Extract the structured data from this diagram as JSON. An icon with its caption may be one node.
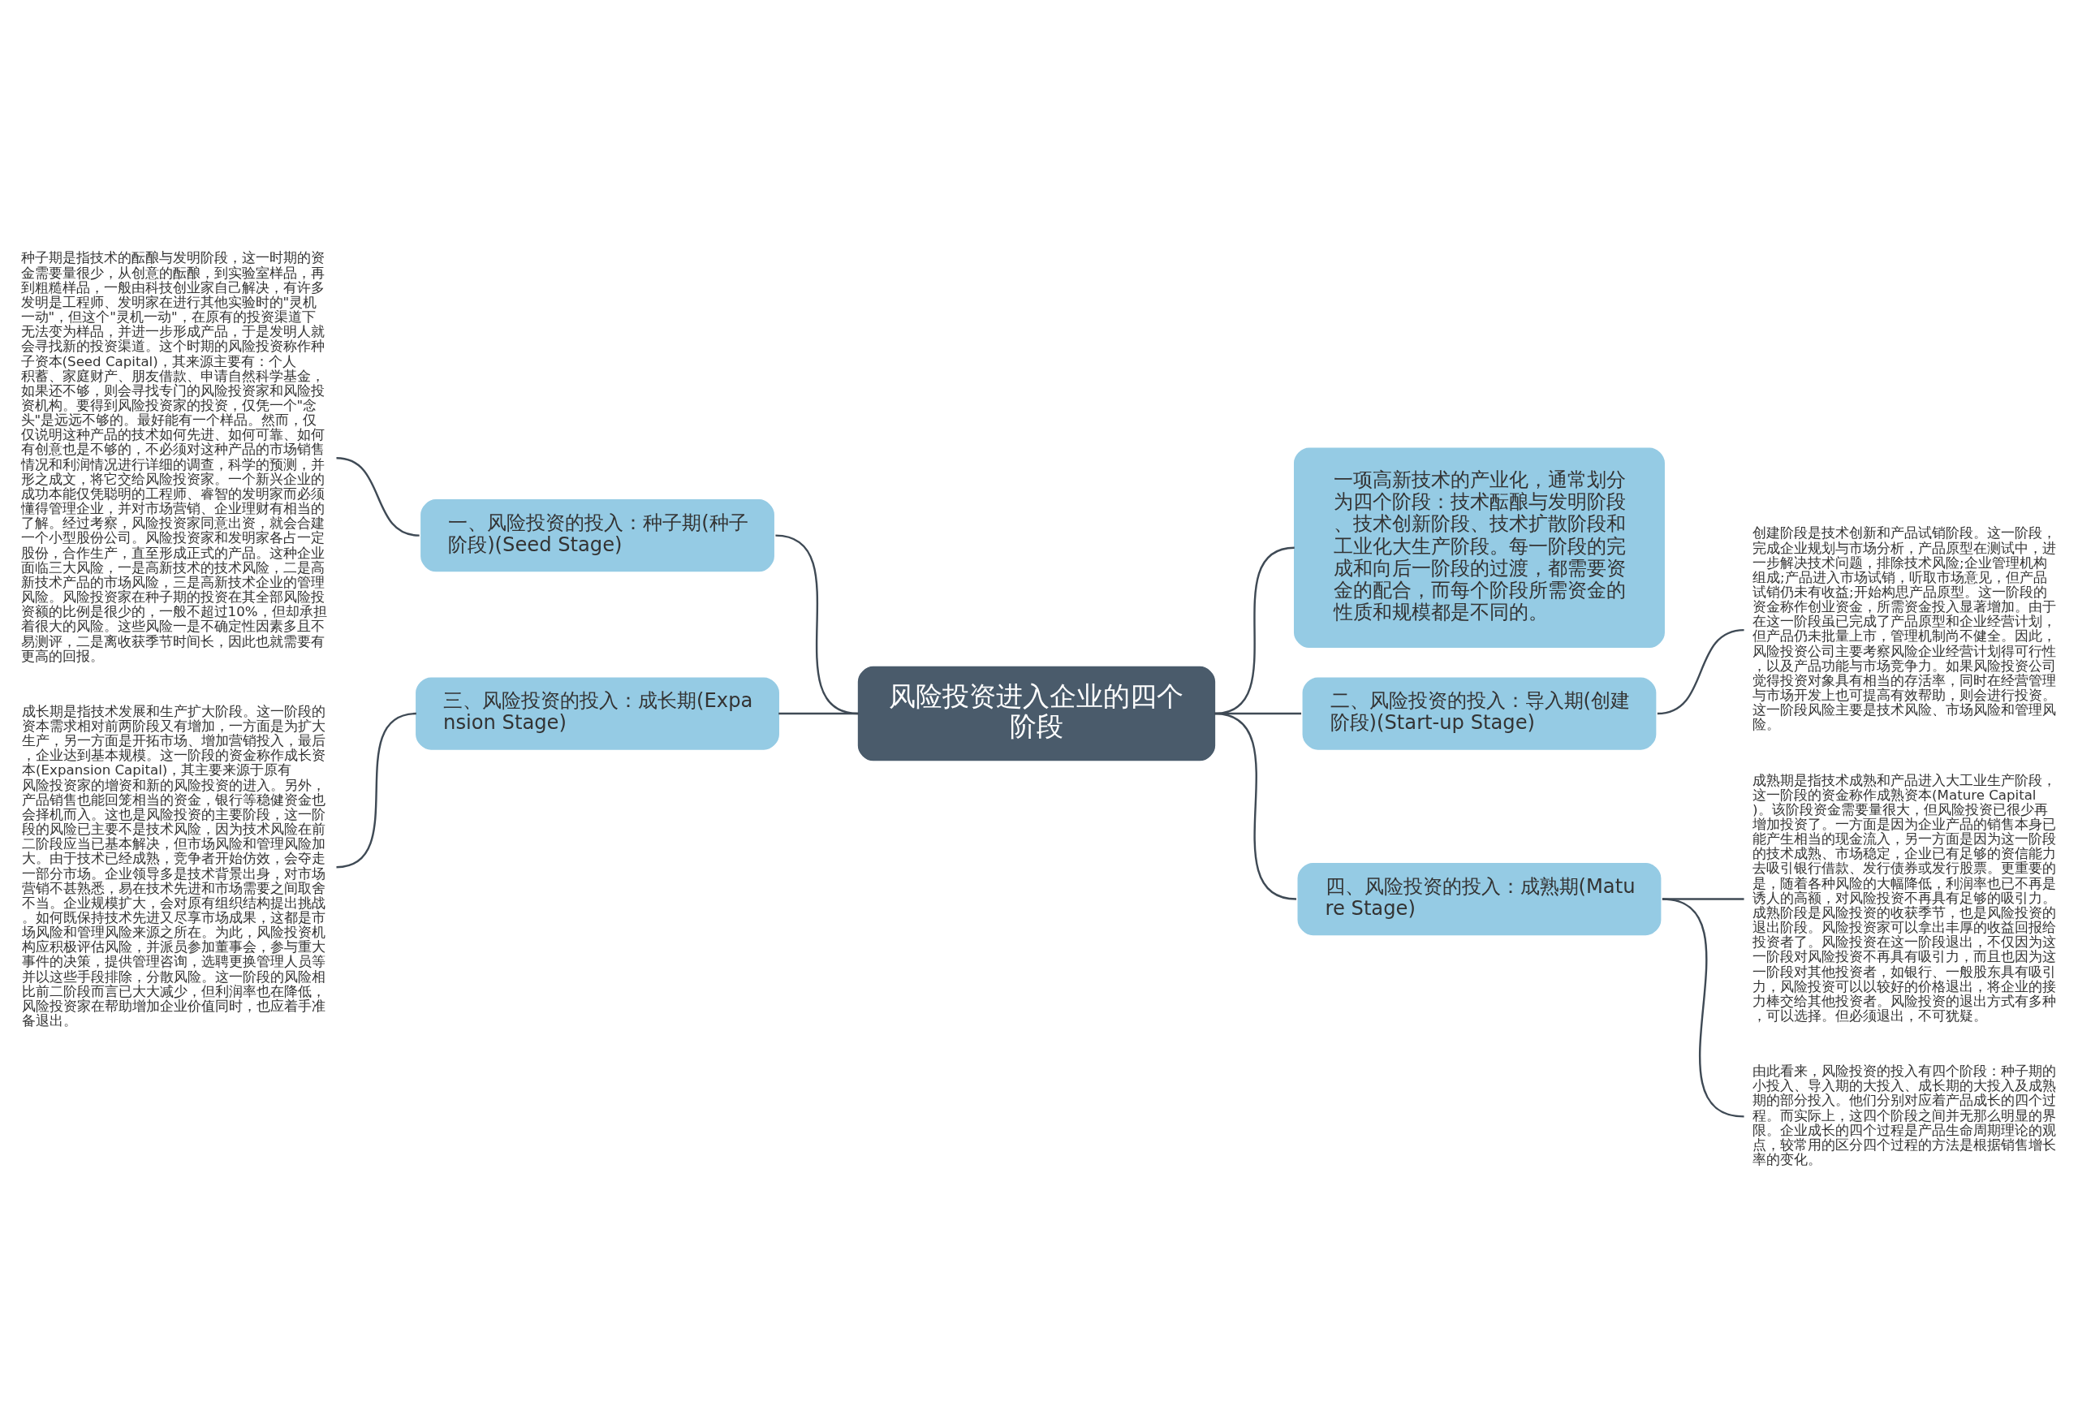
{
  "diagram": {
    "nodes": [
      {
        "text": [
          "风险投资进入企业的四个阶段"
        ]
      },
      {
        "text": [
          "一项高新技术的产业化，通常划分为四个阶段：技术酝酿与发明阶段、技术创新阶段、技术扩散阶段和工业化大生产阶段。每一阶段的完成和向后一阶段的过渡，都需要资金的配合，而每个阶段所需资金的性质和规模都是不同的。"
        ]
      },
      {
        "text": [
          "一、风险投资的投入：种子期(种子阶段)(Seed Stage)"
        ]
      },
      {
        "text": [
          "种子期是指技术的酝酿与发明阶段，这一时期的资金需要量很少，从创意的酝酿，到实验室样品，再到粗糙样品，一般由科技创业家自己解决，有许多发明是工程师、发明家在进行其他实验时的\"灵机一动\"，但这个\"灵机一动\"，在原有的投资渠道下无法变为样品，并进一步形成产品，于是发明人就会寻找新的投资渠道。这个时期的风险投资称作种子资本(Seed Capital)，其来源主要有：个人积蓄、家庭财产、朋友借款、申请自然科学基金，如果还不够，则会寻找专门的风险投资家和风险投资机构。要得到风险投资家的投资，仅凭一个\"念头\"是远远不够的。最好能有一个样品。然而，仅仅说明这种产品的技术如何先进、如何可靠、如何有创意也是不够的，不必须对这种产品的市场销售情况和利润情况进行详细的调查，科学的预测，并形之成文，将它交给风险投资家。一个新兴企业的成功本能仅凭聪明的工程师、睿智的发明家而必须懂得管理企业，并对市场营销、企业理财有相当的了解。经过考察，风险投资家同意出资，就会合建一个小型股份公司。风险投资家和发明家各占一定股份，合作生产，直至形成正式的产品。这种企业面临三大风险，一是高新技术的技术风险，二是高新技术产品的市场风险，三是高新技术企业的管理风险。风险投资家在种子期的投资在其全部风险投资额的比例是很少的，一般不超过10%，但却承担着很大的风险。这些风险一是不确定性因素多且不易测评，二是离收获季节时间长，因此也就需要有更高的回报。"
        ]
      },
      {
        "text": [
          "二、风险投资的投入：导入期(创建阶段)(Start-up Stage)"
        ]
      },
      {
        "text": [
          "创建阶段是技术创新和产品试销阶段。这一阶段，完成企业规划与市场分析，产品原型在测试中，进一步解决技术问题，排除技术风险;企业管理机构组成;产品进入市场试销，听取市场意见，但产品试销仍未有收益;开始构思产品原型。这一阶段的资金称作创业资金，所需资金投入显著增加。由于在这一阶段虽已完成了产品原型和企业经营计划，但产品仍未批量上市，管理机制尚不健全。因此，风险投资公司主要考察风险企业经营计划得可行性，以及产品功能与市场竞争力。如果风险投资公司觉得投资对象具有相当的存活率，同时在经营管理与市场开发上也可提高有效帮助，则会进行投资。这一阶段风险主要是技术风险、市场风险和管理风险。"
        ]
      },
      {
        "text": [
          "三、风险投资的投入：成长期(Expansion Stage)"
        ]
      },
      {
        "text": [
          "成长期是指技术发展和生产扩大阶段。这一阶段的资本需求相对前两阶段又有增加，一方面是为扩大生产，另一方面是开拓市场、增加营销投入，最后，企业达到基本规模。这一阶段的资金称作成长资本(Expansion Capital)，其主要来源于原有风险投资家的增资和新的风险投资的进入。另外，产品销售也能回笼相当的资金，银行等稳健资金也会择机而入。这也是风险投资的主要阶段，这一阶段的风险已主要不是技术风险，因为技术风险在前二阶段应当已基本解决，但市场风险和管理风险加大。由于技术已经成熟，竞争者开始仿效，会夺走一部分市场。企业领导多是技术背景出身，对市场营销不甚熟悉，易在技术先进和市场需要之间取舍不当。企业规模扩大，会对原有组织结构提出挑战。如何既保持技术先进又尽享市场成果，这都是市场风险和管理风险来源之所在。为此，风险投资机构应积极评估风险，并派员参加董事会，参与重大事件的决策，提供管理咨询，选聘更换管理人员等并以这些手段排除，分散风险。这一阶段的风险相比前二阶段而言已大大减少，但利润率也在降低，风险投资家在帮助增加企业价值同时，也应着手准备退出。"
        ]
      },
      {
        "text": [
          "四、风险投资的投入：成熟期(Mature Stage)"
        ]
      },
      {
        "text": [
          "成熟期是指技术成熟和产品进入大工业生产阶段，这一阶段的资金称作成熟资本(Mature Capital)。该阶段资金需要量很大，但风险投资已很少再增加投资了。一方面是因为企业产品的销售本身已能产生相当的现金流入，另一方面是因为这一阶段的技术成熟、市场稳定，企业已有足够的资信能力去吸引银行借款、发行债券或发行股票。更重要的是，随着各种风险的大幅降低，利润率也已不再是诱人的高额，对风险投资不再具有足够的吸引力。成熟阶段是风险投资的收获季节，也是风险投资的退出阶段。风险投资家可以拿出丰厚的收益回报给投资者了。风险投资在这一阶段退出，不仅因为这一阶段对风险投资不再具有吸引力，而且也因为这一阶段对其他投资者，如银行、一般股东具有吸引力，风险投资可以以较好的价格退出，将企业的接力棒交给其他投资者。风险投资的退出方式有多种，可以选择。但必须退出，不可犹疑。"
        ]
      },
      {
        "text": [
          "由此看来，风险投资的投入有四个阶段：种子期的小投入、导入期的大投入、成长期的大投入及成熟期的部分投入。他们分别对应着产品成长的四个过程。而实际上，这四个阶段之间并无那么明显的界限。企业成长的四个过程是产品生命周期理论的观点，较常用的区分四个过程的方法是根据销售增长率的变化。"
        ]
      }
    ],
    "edges": [
      {
        "from": 0,
        "to": 1,
        "arrow": "none"
      },
      {
        "from": 0,
        "to": 2,
        "arrow": "none"
      },
      {
        "from": 0,
        "to": 4,
        "arrow": "none"
      },
      {
        "from": 0,
        "to": 6,
        "arrow": "none"
      },
      {
        "from": 0,
        "to": 8,
        "arrow": "none"
      },
      {
        "from": 2,
        "to": 3,
        "arrow": "none"
      },
      {
        "from": 4,
        "to": 5,
        "arrow": "none"
      },
      {
        "from": 6,
        "to": 7,
        "arrow": "none"
      },
      {
        "from": 8,
        "to": 9,
        "arrow": "none"
      },
      {
        "from": 8,
        "to": 10,
        "arrow": "none"
      }
    ]
  }
}
